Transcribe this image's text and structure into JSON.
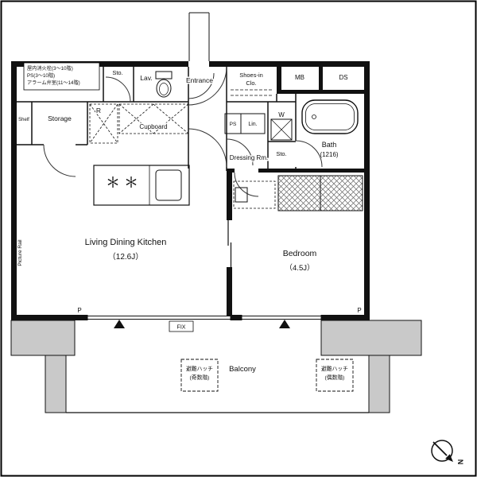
{
  "colors": {
    "wall": "#111111",
    "concrete": "#c9c9c9",
    "background": "#ffffff"
  },
  "plan": {
    "utility_note": {
      "line1": "屋内消火栓(3～10階)",
      "line2": "PS(3～10階)",
      "line3": "アラーム弁室(11～14階)"
    },
    "rooms": {
      "ldk": {
        "name": "Living Dining Kitchen",
        "size": "（12.6J）"
      },
      "bedroom": {
        "name": "Bedroom",
        "size": "（4.5J）"
      },
      "balcony": {
        "name": "Balcony"
      },
      "entrance": {
        "name": "Entrance"
      },
      "lavatory": {
        "name": "Lav."
      },
      "bath": {
        "name": "Bath",
        "size": "(1216)"
      },
      "dressing_room": {
        "name": "Dressing Rm."
      },
      "storage": {
        "name": "Storage"
      },
      "shoes_closet": {
        "line1": "Shoes-in",
        "line2": "Clo."
      }
    },
    "fixtures": {
      "storage_top": "Sto.",
      "storage_right": "Sto.",
      "shelf": "Shelf",
      "refrigerator": "R",
      "cupboard": "Cupboard",
      "pipe_space": "PS",
      "linen": "Lin.",
      "washer": "W",
      "meter_box": "MB",
      "duct_space": "DS",
      "picture_rail": "Picture Rail",
      "fix_window": "FIX",
      "pillar_left": "P",
      "pillar_right": "P"
    },
    "balcony_hatches": {
      "odd": {
        "line1": "避難ハッチ",
        "line2": "(奇数階)"
      },
      "even": {
        "line1": "避難ハッチ",
        "line2": "(偶数階)"
      }
    },
    "compass": {
      "north": "N"
    }
  }
}
